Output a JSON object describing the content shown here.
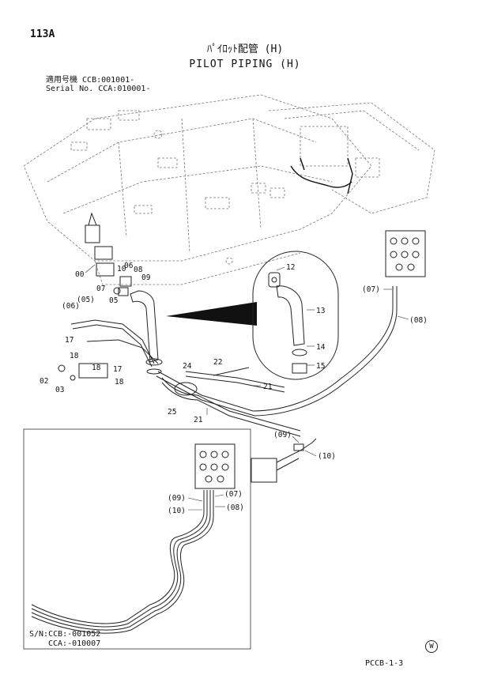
{
  "header": {
    "page_code": "113A",
    "title_jp": "ﾊﾟｲﾛｯﾄ配管 (H)",
    "title_en": "PILOT PIPING (H)",
    "applicable_jp": "適用号機",
    "serial_line1": "CCB:001001-",
    "serial_label": "Serial No.",
    "serial_line2": "CCA:010001-"
  },
  "callouts": {
    "c00": "00",
    "c02": "02",
    "c03": "03",
    "c05": "05",
    "c06": "06",
    "c07": "07",
    "c08": "08",
    "c09": "09",
    "c10": "10",
    "p05": "(05)",
    "p06": "(06)",
    "c12": "12",
    "c13": "13",
    "c14": "14",
    "c15": "15",
    "c17a": "17",
    "c17b": "17",
    "c18a": "18",
    "c18b": "18",
    "c18c": "18",
    "c21a": "21",
    "c21b": "21",
    "c22": "22",
    "c24": "24",
    "c25": "25",
    "p07a": "(07)",
    "p08a": "(08)",
    "p09a": "(09)",
    "p10a": "(10)",
    "p09b": "(09)",
    "p07b": "(07)",
    "p10b": "(10)",
    "p08b": "(08)"
  },
  "inset": {
    "sn_line1": "S/N:CCB:-001052",
    "sn_line2": "CCA:-010007"
  },
  "footer": {
    "watermark": "W",
    "sheet_code": "PCCB-1-3"
  }
}
